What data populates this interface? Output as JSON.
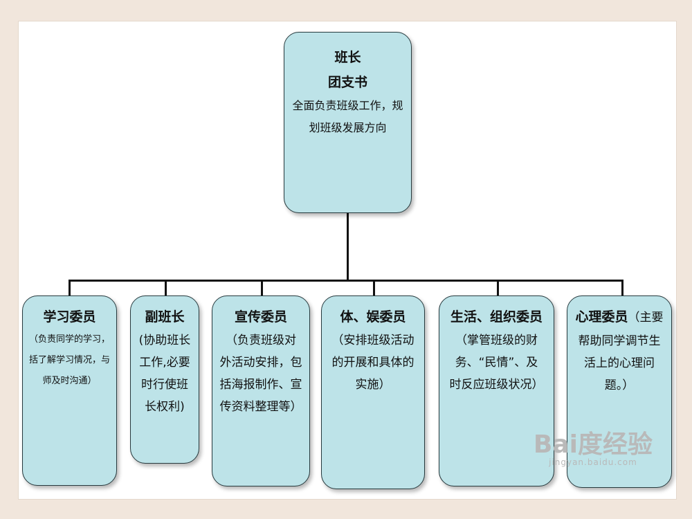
{
  "root": {
    "title_line1": "班长",
    "title_line2": "团支书",
    "desc_line1": "全面负责班级工作，规",
    "desc_line2": "划班级发展方向"
  },
  "children": [
    {
      "title": "学习委员",
      "lines": [
        "（负责同学的学习，",
        "括了解学习情况，与",
        "师及时沟通）"
      ]
    },
    {
      "title": "副班长",
      "lines": [
        "(协助班长",
        "工作,必要",
        "时行使班",
        "长权利)"
      ]
    },
    {
      "title": "宣传委员",
      "lines": [
        "（负责班级对",
        "外活动安排，包",
        "括海报制作、宣",
        "传资料整理等）"
      ]
    },
    {
      "title": "体、娱委员",
      "lines": [
        "（安排班级活动",
        "的开展和具体的",
        "实施）"
      ]
    },
    {
      "title": "生活、组织委员",
      "lines": [
        "（掌管班级的财",
        "务、“民情”、及",
        "时反应班级状况）"
      ]
    },
    {
      "title": "心理委员",
      "lines": [
        "（主要",
        "帮助同学调节生",
        "活上的心理问",
        "题。）"
      ]
    }
  ],
  "watermark": {
    "logo": "Bai度经验",
    "sub": "jingyan.baidu.com"
  },
  "colors": {
    "box_fill": "#bde3e8",
    "border": "#26393d",
    "background": "#f1e6dc"
  }
}
